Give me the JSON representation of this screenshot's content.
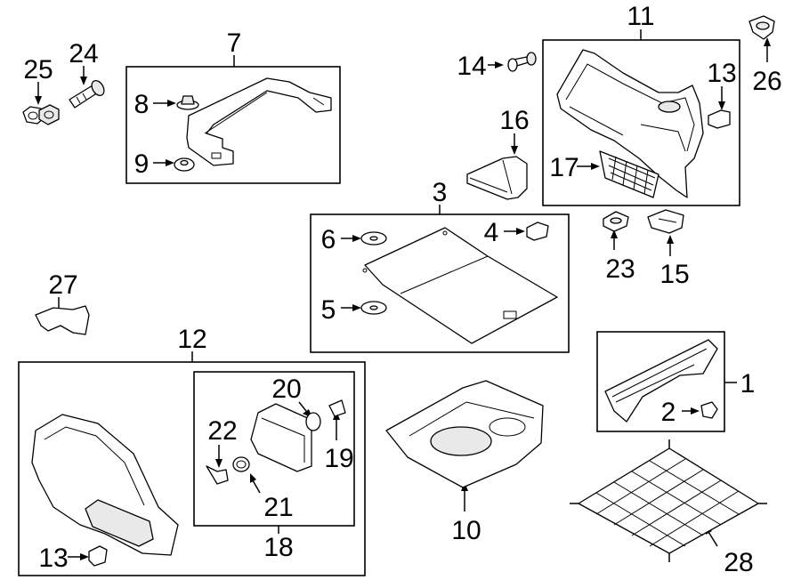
{
  "callouts": {
    "c1": "1",
    "c2": "2",
    "c3": "3",
    "c4": "4",
    "c5": "5",
    "c6": "6",
    "c7": "7",
    "c8": "8",
    "c9": "9",
    "c10": "10",
    "c11": "11",
    "c12": "12",
    "c13a": "13",
    "c13b": "13",
    "c14": "14",
    "c15": "15",
    "c16": "16",
    "c17": "17",
    "c18": "18",
    "c19": "19",
    "c20": "20",
    "c21": "21",
    "c22": "22",
    "c23": "23",
    "c24": "24",
    "c25": "25",
    "c26": "26",
    "c27": "27",
    "c28": "28"
  },
  "colors": {
    "line": "#000000",
    "background": "#ffffff",
    "part_shade": "#e9e9e9"
  }
}
